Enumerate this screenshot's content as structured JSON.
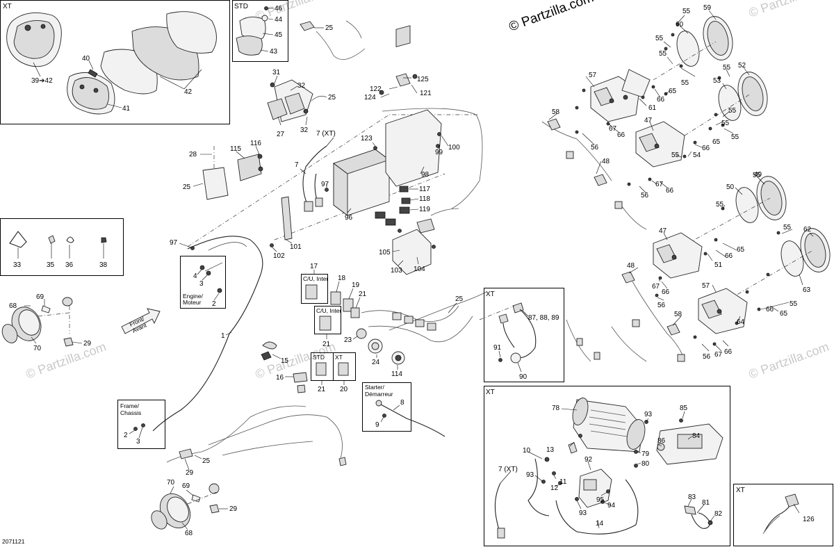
{
  "watermark": {
    "main": "© Partzilla.com",
    "small": "© Partzilla.com"
  },
  "figure_id": "2071121",
  "boxes": {
    "xt_gauge": "XT",
    "std_gauge": "STD",
    "xt_connector": "XT",
    "xt_winch": "XT",
    "xt_remote": "XT",
    "frame_chassis": [
      "Frame/",
      "Chassis"
    ],
    "engine_moteur": [
      "Engine/",
      "Moteur"
    ],
    "starter_demarreur": [
      "Starter/",
      "Démarreur"
    ],
    "cu_inter_1": [
      "C/U, Inter"
    ],
    "cu_inter_2": [
      "C/U, Inter"
    ],
    "std_switch": "STD",
    "xt_switch": "XT"
  },
  "front_arrow": [
    "Front/",
    "Avant"
  ],
  "callouts": {
    "c1": "1",
    "c2a": "2",
    "c2b": "2",
    "c3a": "3",
    "c3b": "3",
    "c4": "4",
    "c7": "7",
    "c7xt": "7 (XT)",
    "c7xt2": "7 (XT)",
    "c8": "8",
    "c9": "9",
    "c10": "10",
    "c11": "11",
    "c12": "12",
    "c13": "13",
    "c14": "14",
    "c15": "15",
    "c16": "16",
    "c17": "17",
    "c18": "18",
    "c19": "19",
    "c20": "20",
    "c21a": "21",
    "c21b": "21",
    "c21c": "21",
    "c23": "23",
    "c24": "24",
    "c25a": "25",
    "c25b": "25",
    "c25c": "25",
    "c25d": "25",
    "c25e": "25",
    "c27": "27",
    "c28": "28",
    "c29a": "29",
    "c29b": "29",
    "c29c": "29",
    "c31": "31",
    "c32a": "32",
    "c32b": "32",
    "c33": "33",
    "c35": "35",
    "c36": "36",
    "c38": "38",
    "c3942": "39➔42",
    "c40": "40",
    "c41": "41",
    "c42": "42",
    "c43": "43",
    "c44": "44",
    "c45": "45",
    "c46": "46",
    "c47a": "47",
    "c47b": "47",
    "c48a": "48",
    "c48b": "48",
    "c49": "49",
    "c50": "50",
    "c51": "51",
    "c52": "52",
    "c53": "53",
    "c54": "54",
    "c55a": "55",
    "c55b": "55",
    "c55c": "55",
    "c55d": "55",
    "c55e": "55",
    "c55f": "55",
    "c55g": "55",
    "c55h": "55",
    "c55i": "55",
    "c55j": "55",
    "c55k": "55",
    "c55l": "55",
    "c56a": "56",
    "c56b": "56",
    "c56c": "56",
    "c56d": "56",
    "c56e": "56",
    "c57a": "57",
    "c57b": "57",
    "c58a": "58",
    "c58b": "58",
    "c59": "59",
    "c60": "60",
    "c61": "61",
    "c62": "62",
    "c63": "63",
    "c64": "64",
    "c65a": "65",
    "c65b": "65",
    "c65c": "65",
    "c65d": "65",
    "c65e": "65",
    "c65f": "65",
    "c65g": "65",
    "c66a": "66",
    "c66b": "66",
    "c66c": "66",
    "c66d": "66",
    "c66e": "66",
    "c66f": "66",
    "c66g": "66",
    "c66h": "66",
    "c66i": "66",
    "c66j": "66",
    "c67a": "67",
    "c67b": "67",
    "c67c": "67",
    "c67d": "67",
    "c67e": "67",
    "c67f": "67",
    "c68a": "68",
    "c68b": "68",
    "c69a": "69",
    "c69b": "69",
    "c70a": "70",
    "c70b": "70",
    "c78": "78",
    "c79": "79",
    "c80": "80",
    "c81": "81",
    "c82": "82",
    "c83": "83",
    "c84": "84",
    "c85": "85",
    "c86": "86",
    "c878889": "87, 88, 89",
    "c90": "90",
    "c91": "91",
    "c92": "92",
    "c93a": "93",
    "c93b": "93",
    "c93c": "93",
    "c94": "94",
    "c95": "95",
    "c96": "96",
    "c97a": "97",
    "c97b": "97",
    "c98": "98",
    "c99": "99",
    "c100": "100",
    "c101": "101",
    "c102": "102",
    "c103": "103",
    "c104": "104",
    "c105": "105",
    "c114": "114",
    "c115": "115",
    "c116": "116",
    "c117": "117",
    "c118": "118",
    "c119": "119",
    "c121": "121",
    "c122": "122",
    "c123": "123",
    "c124": "124",
    "c125": "125",
    "c126": "126"
  },
  "colors": {
    "line": "#000000",
    "part_fill": "#f2f2f2",
    "part_shade": "#dcdcdc",
    "watermark": "#c9c9c9"
  }
}
